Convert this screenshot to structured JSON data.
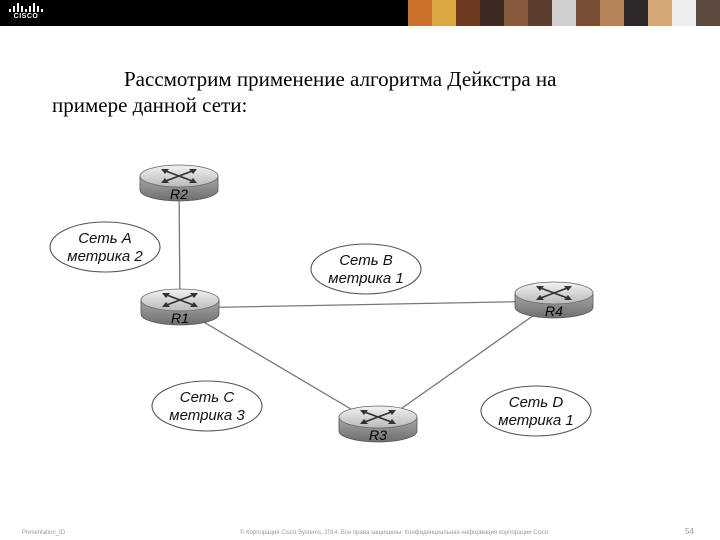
{
  "header": {
    "logo_text": "CISCO",
    "photo_colors": [
      "#c8702a",
      "#d9a640",
      "#6b3a20",
      "#3d2a22",
      "#8a5a3c",
      "#5a3d2f",
      "#cfcfcf",
      "#7a4e34",
      "#b58358",
      "#2e2a2c",
      "#d5a878",
      "#eeeeee",
      "#5d4a3e"
    ]
  },
  "title": {
    "line1": "Рассмотрим применение алгоритма Дейкстра на",
    "line2": "примере данной сети:"
  },
  "diagram": {
    "routers": [
      {
        "id": "R2",
        "label": "R2"
      },
      {
        "id": "R1",
        "label": "R1"
      },
      {
        "id": "R4",
        "label": "R4"
      },
      {
        "id": "R3",
        "label": "R3"
      }
    ],
    "links": [
      {
        "from": "R2",
        "to": "R1"
      },
      {
        "from": "R1",
        "to": "R4"
      },
      {
        "from": "R1",
        "to": "R3"
      },
      {
        "from": "R3",
        "to": "R4"
      }
    ],
    "networks": [
      {
        "id": "A",
        "name": "Сеть A",
        "metric": "метрика 2"
      },
      {
        "id": "B",
        "name": "Сеть B",
        "metric": "метрика 1"
      },
      {
        "id": "C",
        "name": "Сеть C",
        "metric": "метрика 3"
      },
      {
        "id": "D",
        "name": "Сеть D",
        "metric": "метрика 1"
      }
    ]
  },
  "footer": {
    "left": "Presentation_ID",
    "center": "© Корпорация Cisco Systems, 2014. Все права защищены.   Конфиденциальная информация корпорации Cisco",
    "page": "54"
  }
}
